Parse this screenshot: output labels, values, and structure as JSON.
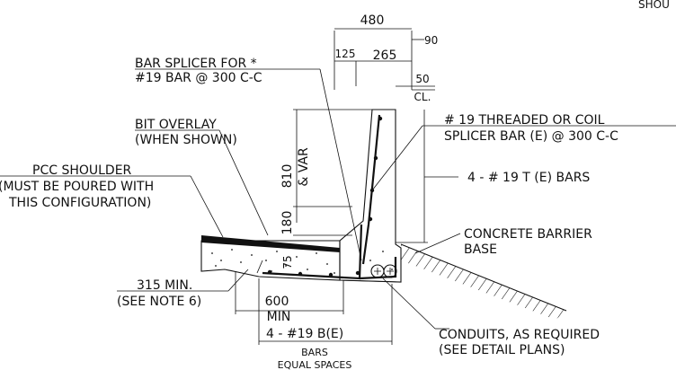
{
  "corner_text": "SHOU",
  "dims": {
    "d480": "480",
    "d90": "90",
    "d125": "125",
    "d265": "265",
    "d50": "50",
    "cl": "CL.",
    "d810": "810",
    "var": "& VAR",
    "d180": "180",
    "d75": "75",
    "d600": "600",
    "min": "MIN"
  },
  "labels": {
    "bar_splicer_1": "BAR SPLICER FOR *",
    "bar_splicer_2": "#19 BAR @ 300 C-C",
    "threaded_1": "# 19 THREADED OR COIL",
    "threaded_2": "SPLICER BAR (E) @ 300 C-C",
    "t_bars": "4 - # 19 T (E) BARS",
    "bit_overlay_1": "BIT OVERLAY",
    "bit_overlay_2": "(WHEN SHOWN)",
    "pcc_1": "PCC SHOULDER",
    "pcc_2": "(MUST BE POURED WITH",
    "pcc_3": "THIS CONFIGURATION)",
    "barrier_1": "CONCRETE BARRIER",
    "barrier_2": "BASE",
    "min315_1": "315 MIN.",
    "min315_2": "(SEE NOTE 6)",
    "b_bars_1": "4 - #19 B(E)",
    "b_bars_2": "BARS",
    "b_bars_3": "EQUAL SPACES",
    "conduits_1": "CONDUITS, AS REQUIRED",
    "conduits_2": "(SEE DETAIL PLANS)"
  },
  "colors": {
    "ink": "#111111",
    "paper": "#ffffff"
  }
}
